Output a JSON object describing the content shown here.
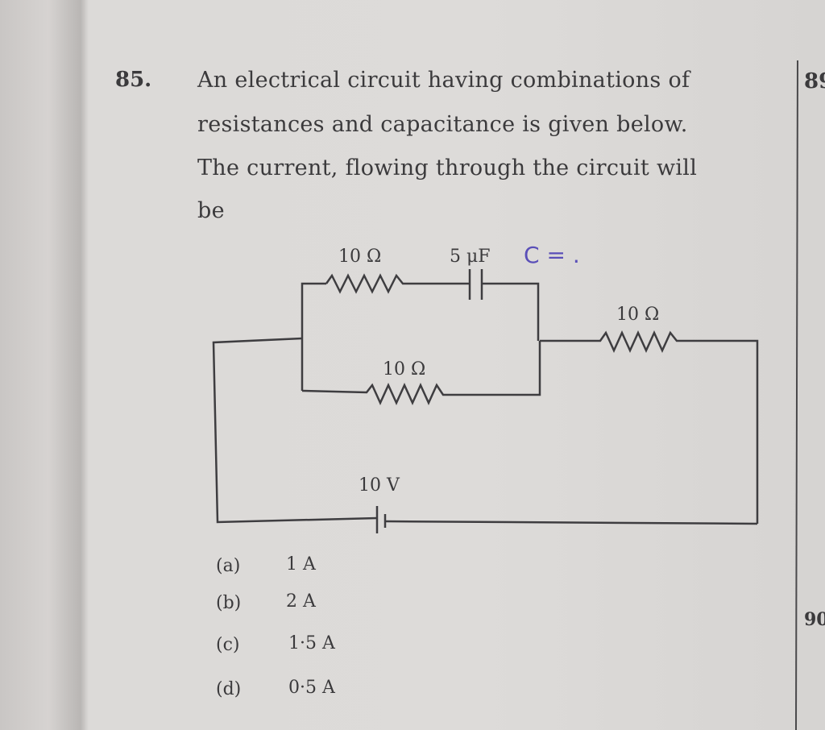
{
  "question": {
    "number": "85.",
    "lines": [
      "An electrical circuit having combinations of",
      "resistances and capacitance is given below.",
      "The current, flowing through the circuit will",
      "be"
    ]
  },
  "circuit": {
    "top_resistor": "10 Ω",
    "capacitor": "5 μF",
    "handwritten_note": "C = .",
    "series_resistor": "10 Ω",
    "bottom_resistor": "10 Ω",
    "battery": "10 V"
  },
  "options": [
    {
      "label": "(a)",
      "value": "1 A"
    },
    {
      "label": "(b)",
      "value": "2 A"
    },
    {
      "label": "(c)",
      "value": "1·5 A"
    },
    {
      "label": "(d)",
      "value": "0·5 A"
    }
  ],
  "next_column": {
    "q89": "89",
    "q90": "90"
  },
  "colors": {
    "ink": "#3b3a3c",
    "handwriting": "#5a4fb8",
    "paper": "#dddbd9"
  }
}
